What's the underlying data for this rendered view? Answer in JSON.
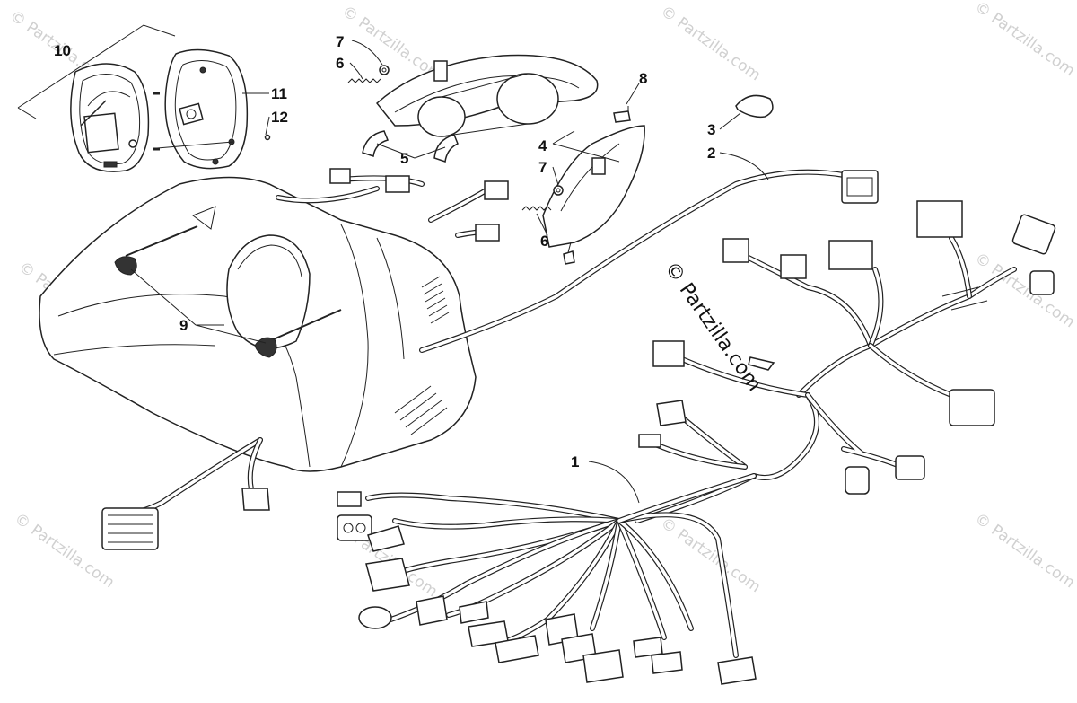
{
  "watermark": {
    "main_text": "© Partzilla.com",
    "tile_text": "© Partzilla.com"
  },
  "callouts": [
    {
      "id": "10",
      "label": "10"
    },
    {
      "id": "11",
      "label": "11"
    },
    {
      "id": "12",
      "label": "12"
    },
    {
      "id": "7a",
      "label": "7"
    },
    {
      "id": "6a",
      "label": "6"
    },
    {
      "id": "5",
      "label": "5"
    },
    {
      "id": "4",
      "label": "4"
    },
    {
      "id": "7b",
      "label": "7"
    },
    {
      "id": "6b",
      "label": "6"
    },
    {
      "id": "8",
      "label": "8"
    },
    {
      "id": "3",
      "label": "3"
    },
    {
      "id": "2",
      "label": "2"
    },
    {
      "id": "9",
      "label": "9"
    },
    {
      "id": "1",
      "label": "1"
    }
  ]
}
